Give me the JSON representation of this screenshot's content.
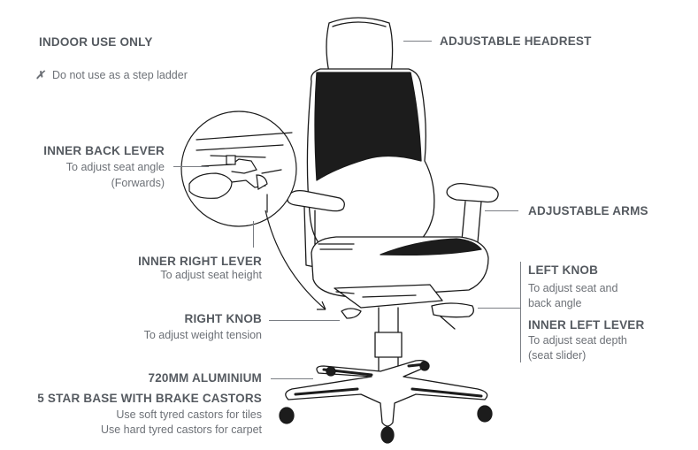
{
  "notices": {
    "indoor_only": "INDOOR USE ONLY",
    "cross_mark": "✗",
    "no_step_ladder": "Do not use as a step ladder"
  },
  "callouts": {
    "headrest": {
      "title": "ADJUSTABLE HEADREST"
    },
    "arms": {
      "title": "ADJUSTABLE ARMS"
    },
    "inner_back_lever": {
      "title": "INNER BACK LEVER",
      "line1": "To adjust seat angle",
      "line2": "(Forwards)"
    },
    "inner_right_lever": {
      "title": "INNER RIGHT LEVER",
      "line1": "To adjust seat height"
    },
    "right_knob": {
      "title": "RIGHT KNOB",
      "line1": "To adjust weight tension"
    },
    "left_knob": {
      "title": "LEFT KNOB",
      "line1": "To adjust seat and",
      "line2": "back angle"
    },
    "inner_left_lever": {
      "title": "INNER LEFT LEVER",
      "line1": "To adjust seat depth",
      "line2": "(seat slider)"
    },
    "base": {
      "title1": "720MM ALUMINIUM",
      "title2": "5 STAR BASE WITH BRAKE CASTORS",
      "line1": "Use soft tyred castors for tiles",
      "line2": "Use hard tyred castors for carpet"
    }
  },
  "colors": {
    "text_heading": "#555a60",
    "text_body": "#6d7177",
    "outline": "#1a1a1a",
    "upholstery_dark": "#1c1c1c",
    "leader_line": "#7a7e84"
  }
}
